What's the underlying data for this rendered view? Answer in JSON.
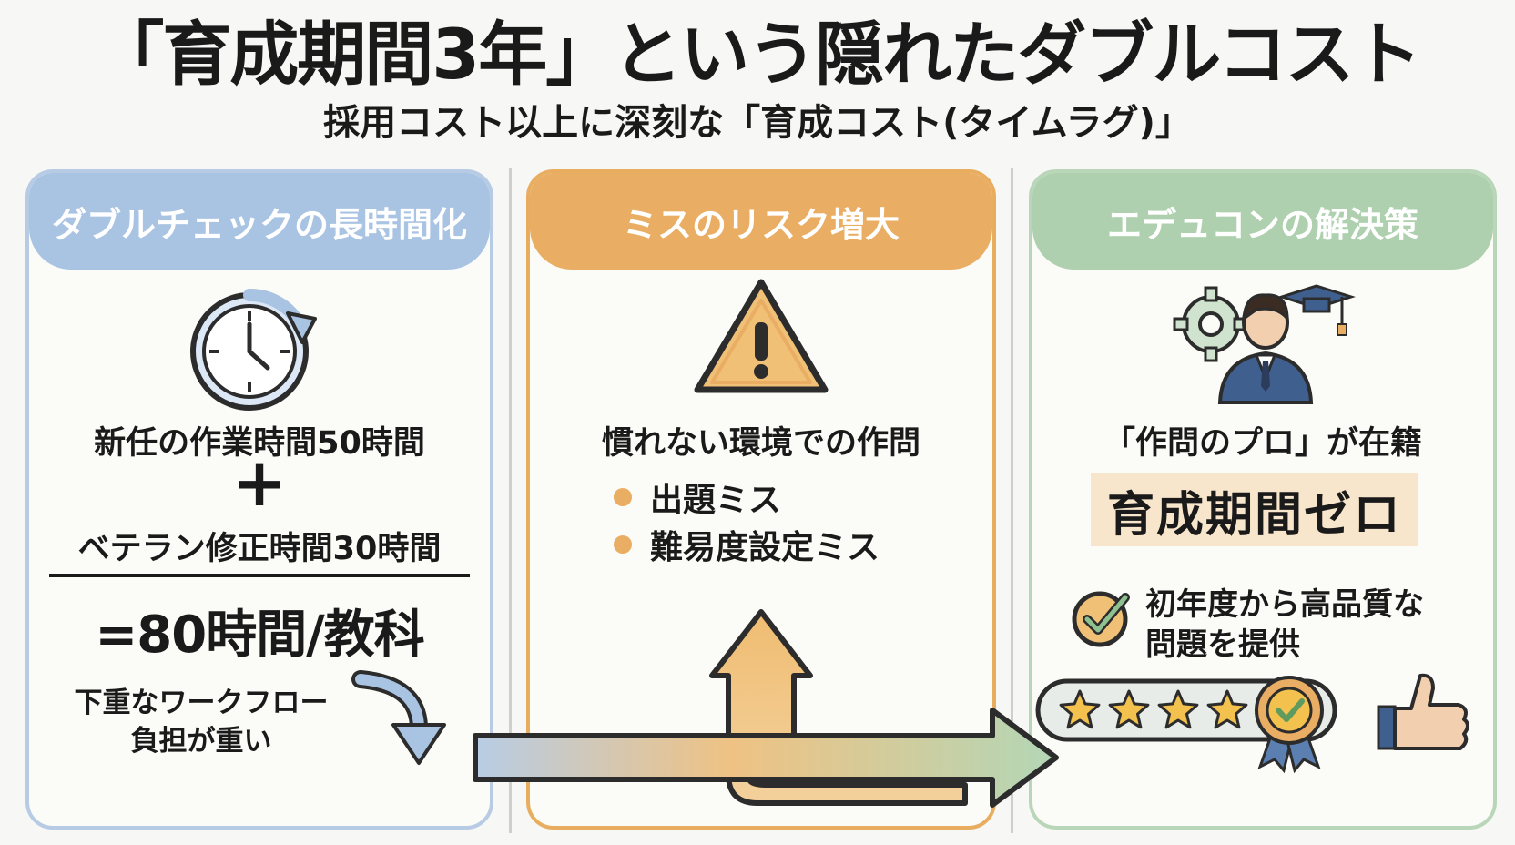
{
  "header": {
    "title": "「育成期間3年」という隠れたダブルコスト",
    "subtitle": "採用コスト以上に深刻な「育成コスト(タイムラグ)」"
  },
  "panels": [
    {
      "heading": "ダブルチェックの長時間化",
      "icon": "clock-cycle-icon",
      "line1": "新任の作業時間50時間",
      "plus": "+",
      "line2": "ベテラン修正時間30時間",
      "result": "=80時間/教科",
      "burden": [
        "下重なワークフロー",
        "負担が重い"
      ]
    },
    {
      "heading": "ミスのリスク増大",
      "icon": "warning-triangle-icon",
      "lead": "慣れない環境での作問",
      "bullets": [
        "出題ミス",
        "難易度設定ミス"
      ]
    },
    {
      "heading": "エデュコンの解決策",
      "icon": "expert-with-gear-and-cap-icon",
      "lead": "「作問のプロ」が在籍",
      "highlight": "育成期間ゼロ",
      "benefit": [
        "初年度から高品質な",
        "問題を提供"
      ],
      "rating_stars": 4
    }
  ],
  "colors": {
    "blue": "#a9c3e2",
    "orange": "#e9ad63",
    "green": "#aed0ae",
    "highlight_bg": "#f8e6cc"
  }
}
